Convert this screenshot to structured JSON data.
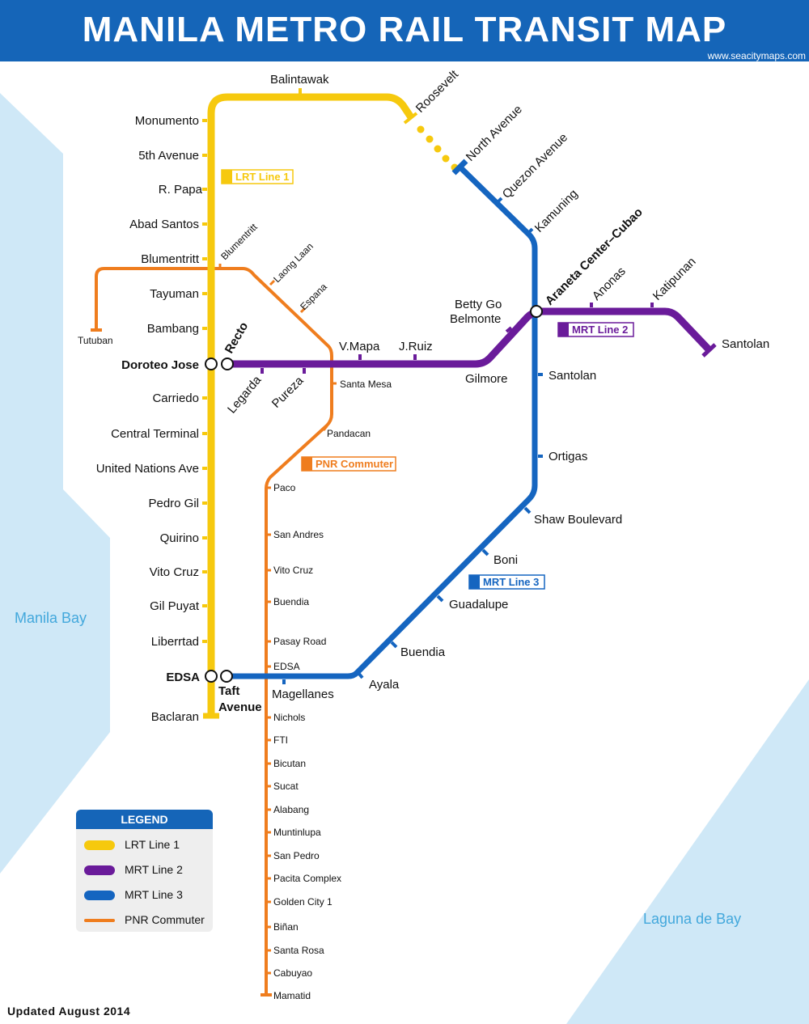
{
  "header": {
    "title": "MANILA METRO RAIL TRANSIT MAP",
    "website": "www.seacitymaps.com"
  },
  "colors": {
    "header_bg": "#1565b8",
    "lrt1": "#f6c90e",
    "mrt2": "#6a1b9a",
    "mrt3": "#1565c0",
    "pnr": "#ef7d1e",
    "water": "#cfe8f7"
  },
  "water_labels": {
    "manila_bay": "Manila Bay",
    "laguna_de_bay": "Laguna de Bay"
  },
  "line_tags": {
    "lrt1": "LRT Line  1",
    "mrt2": "MRT Line 2",
    "mrt3": "MRT Line 3",
    "pnr": "PNR Commuter"
  },
  "stations": {
    "lrt1": [
      "Balintawak",
      "Roosevelt",
      "Monumento",
      "5th Avenue",
      "R. Papa",
      "Abad Santos",
      "Blumentritt",
      "Tayuman",
      "Bambang",
      "Doroteo Jose",
      "Carriedo",
      "Central Terminal",
      "United Nations Ave",
      "Pedro Gil",
      "Quirino",
      "Vito Cruz",
      "Gil Puyat",
      "Liberrtad",
      "EDSA",
      "Baclaran"
    ],
    "mrt2": [
      "Recto",
      "Legarda",
      "Pureza",
      "V.Mapa",
      "J.Ruiz",
      "Gilmore",
      "Betty Go",
      "Belmonte",
      "Araneta Center–Cubao",
      "Anonas",
      "Katipunan",
      "Santolan"
    ],
    "mrt3": [
      "North Avenue",
      "Quezon Avenue",
      "Kamuning",
      "Santolan",
      "Ortigas",
      "Shaw Boulevard",
      "Boni",
      "Guadalupe",
      "Buendia",
      "Ayala",
      "Magellanes",
      "Taft",
      "Avenue"
    ],
    "pnr": [
      "Tutuban",
      "Blumentritt",
      "Laong Laan",
      "Espana",
      "Santa Mesa",
      "Pandacan",
      "Paco",
      "San Andres",
      "Vito Cruz",
      "Buendia",
      "Pasay Road",
      "EDSA",
      "Nichols",
      "FTI",
      "Bicutan",
      "Sucat",
      "Alabang",
      "Muntinlupa",
      "San Pedro",
      "Pacita Complex",
      "Golden City  1",
      "Biñan",
      "Santa Rosa",
      "Cabuyao",
      "Mamatid"
    ]
  },
  "legend": {
    "title": "LEGEND",
    "items": [
      {
        "label": "LRT   Line  1",
        "color": "#f6c90e"
      },
      {
        "label": "MRT  Line  2",
        "color": "#6a1b9a"
      },
      {
        "label": "MRT  Line  3",
        "color": "#1565c0"
      },
      {
        "label": "PNR  Commuter",
        "color": "#ef7d1e"
      }
    ]
  },
  "footer": {
    "updated": "Updated August 2014"
  }
}
